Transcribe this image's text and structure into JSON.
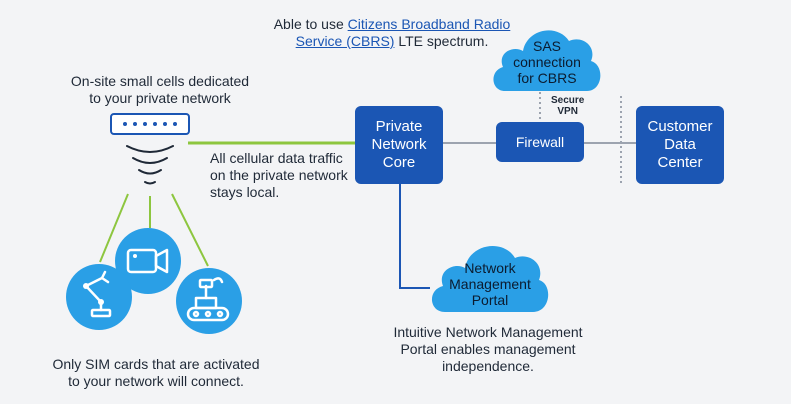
{
  "cbrs_note": {
    "prefix": "Able to use ",
    "link_text_1": "Citizens Broadband Radio",
    "link_text_2": "Service (CBRS)",
    "suffix": " LTE spectrum."
  },
  "small_cells_caption": {
    "line1": "On-site small cells dedicated",
    "line2": "to your private network"
  },
  "traffic_note": {
    "line1": "All cellular data traffic",
    "line2": "on the private network",
    "line3": "stays local."
  },
  "sim_note": {
    "line1": "Only SIM cards that are activated",
    "line2": "to your network will connect."
  },
  "nodes": {
    "private_core": {
      "line1": "Private",
      "line2": "Network",
      "line3": "Core"
    },
    "firewall": "Firewall",
    "customer_dc": {
      "line1": "Customer",
      "line2": "Data",
      "line3": "Center"
    },
    "sas": {
      "line1": "SAS",
      "line2": "connection",
      "line3": "for CBRS"
    },
    "nmp": {
      "line1": "Network",
      "line2": "Management",
      "line3": "Portal"
    }
  },
  "secure_vpn": {
    "line1": "Secure",
    "line2": "VPN"
  },
  "portal_note": {
    "line1": "Intuitive Network Management",
    "line2": "Portal enables management",
    "line3": "independence."
  },
  "colors": {
    "blue": "#1b56b4",
    "cloud": "#2a9fe6",
    "green": "#8dc63f",
    "gray_line": "#9ca3af"
  },
  "icons": [
    "small-cell-device-icon",
    "robot-arm-icon",
    "video-camera-icon",
    "rover-robot-icon"
  ]
}
